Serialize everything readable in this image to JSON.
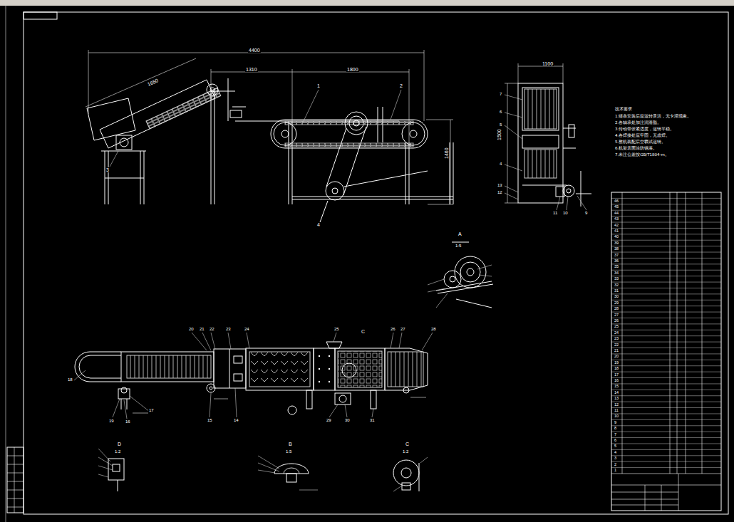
{
  "diagram": {
    "labels": [
      "4400",
      "1310",
      "1800",
      "1650",
      "1460",
      "1",
      "2",
      "3",
      "4",
      "1100",
      "1500",
      "7",
      "6",
      "5",
      "4",
      "13",
      "12",
      "11",
      "10",
      "9",
      "A",
      "1:5",
      "B",
      "1:5",
      "C",
      "1:2",
      "D",
      "1:2",
      "18",
      "19",
      "17",
      "16",
      "20",
      "21",
      "22",
      "23",
      "24",
      "25",
      "C",
      "26",
      "27",
      "28",
      "15",
      "14",
      "29",
      "30",
      "31",
      "技术要求",
      "1.链条安装后应运转灵活，无卡滞现象。",
      "2.各轴承处加注润滑脂。",
      "3.传动带张紧适度，运转平稳。",
      "4.各焊接处应牢固，无虚焊。",
      "5.整机装配后空载试运转。",
      "6.机架表面涂防锈漆。",
      "7.未注公差按GB/T1804-m。",
      "1",
      "2",
      "3",
      "4",
      "5",
      "6",
      "7",
      "8",
      "9",
      "10",
      "11",
      "12",
      "13",
      "14",
      "15",
      "16",
      "17",
      "18",
      "19",
      "20",
      "21",
      "22",
      "23",
      "24",
      "25",
      "26",
      "27",
      "28",
      "29",
      "30",
      "31",
      "32",
      "33",
      "34",
      "35",
      "36",
      "37",
      "38",
      "39",
      "40",
      "41",
      "42",
      "43",
      "44",
      "45",
      "46"
    ]
  }
}
